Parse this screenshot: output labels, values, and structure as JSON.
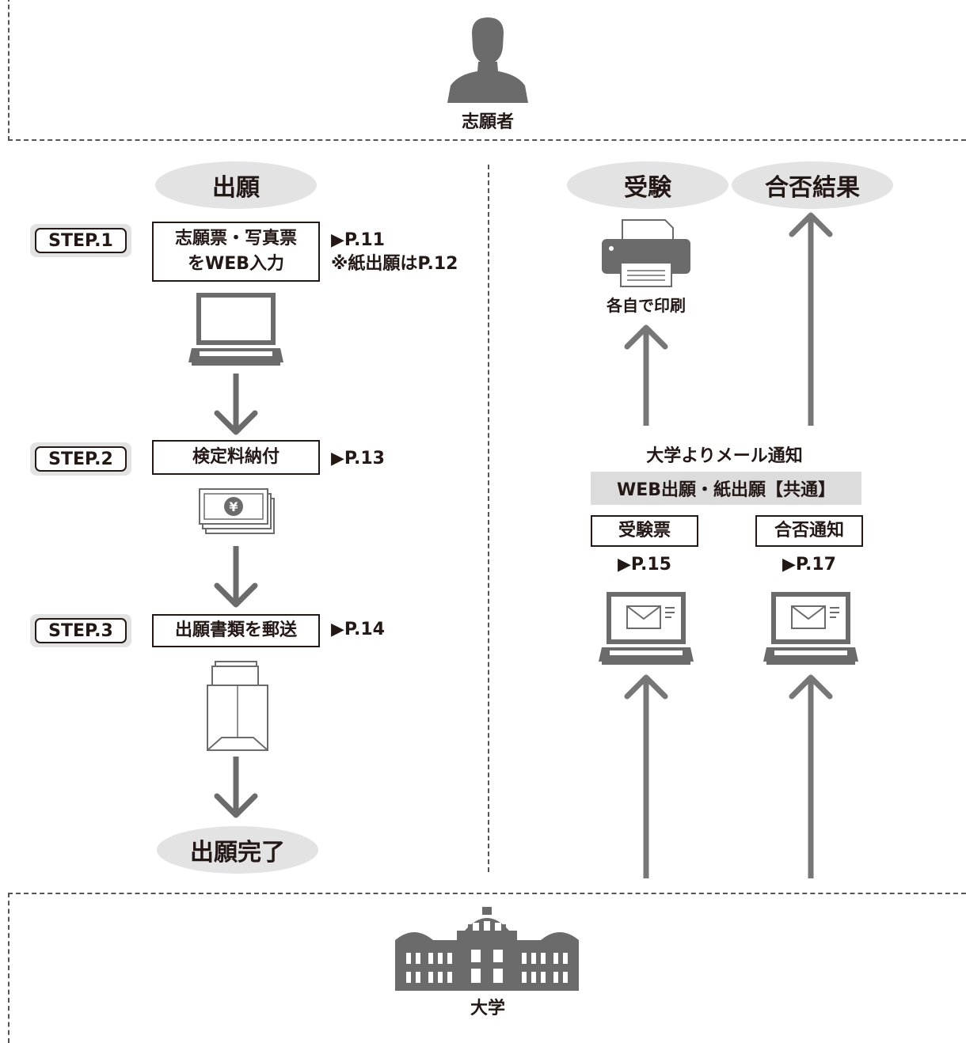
{
  "applicant": {
    "label": "志願者"
  },
  "university": {
    "label": "大学"
  },
  "left": {
    "start_label": "出願",
    "end_label": "出願完了",
    "steps": [
      {
        "step": "STEP.1",
        "box": "志願票・写真票\nをWEB入力",
        "ref": "▶P.11",
        "note": "※紙出願はP.12"
      },
      {
        "step": "STEP.2",
        "box": "検定料納付",
        "ref": "▶P.13"
      },
      {
        "step": "STEP.3",
        "box": "出願書類を郵送",
        "ref": "▶P.14"
      }
    ]
  },
  "right": {
    "exam_label": "受験",
    "result_label": "合否結果",
    "print_label": "各自で印刷",
    "notice_label": "大学よりメール通知",
    "common_banner": "WEB出願・紙出願【共通】",
    "ticket_box": "受験票",
    "ticket_ref": "▶P.15",
    "result_box": "合否通知",
    "result_ref": "▶P.17"
  },
  "icons": [
    "person-icon",
    "laptop-icon",
    "money-icon",
    "envelope-icon",
    "printer-icon",
    "laptop-mail-icon",
    "university-building-icon"
  ],
  "colors": {
    "ellipse": "#e3e3e3",
    "arrow": "#777777",
    "icon": "#6b6b6b",
    "banner": "#dcdcdc",
    "text": "#231815"
  }
}
